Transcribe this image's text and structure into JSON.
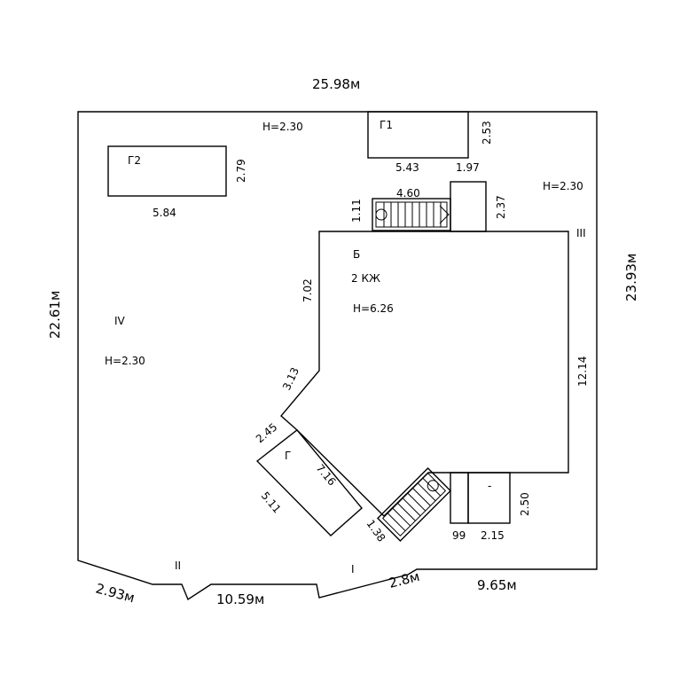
{
  "plan": {
    "outer": {
      "top": "25.98м",
      "right": "23.93м",
      "left": "22.61м",
      "bottom_left": "2.93м",
      "bottom_mid": "10.59м",
      "bottom_short": "2.8м",
      "bottom_right": "9.65м"
    },
    "sections": {
      "s1": "I",
      "s2": "II",
      "s3": "III",
      "s4": "IV",
      "h_left": "H=2.30",
      "h_top": "H=2.30",
      "h_right": "H=2.30"
    },
    "g1": {
      "label": "Г1",
      "width": "5.43",
      "height": "2.53",
      "gap": "1.97"
    },
    "g2": {
      "label": "Г2",
      "width": "5.84",
      "height": "2.79"
    },
    "building": {
      "label": "Б",
      "floors": "2 КЖ",
      "height": "H=6.26",
      "d_711": "1.11",
      "d_460": "4.60",
      "d_237": "2.37",
      "d_702": "7.02",
      "d_313": "3.13",
      "d_1214": "12.14",
      "d_250": "2.50",
      "d_99": "99",
      "d_215": "2.15",
      "d_138": "1.38"
    },
    "garage": {
      "label": "Г",
      "d_245": "2.45",
      "d_716": "7.16",
      "d_511": "5.11"
    },
    "dash": "-"
  }
}
